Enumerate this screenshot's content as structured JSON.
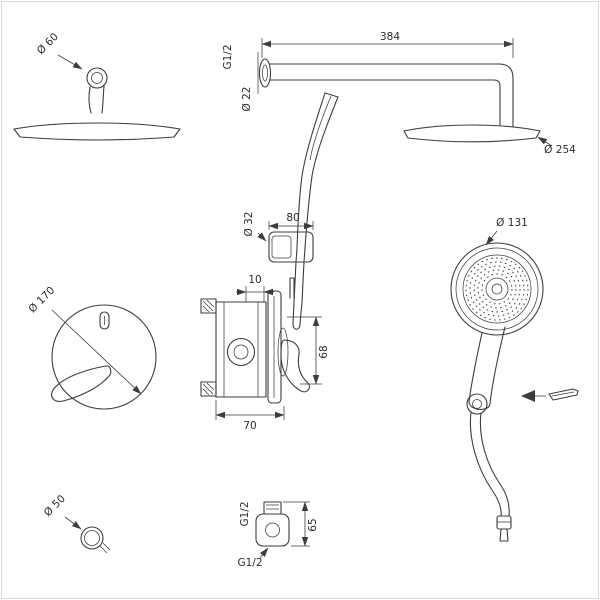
{
  "meta": {
    "drawing_type": "shower-set-technical-drawing",
    "line_color": "#3d3d3d",
    "background": "#ffffff"
  },
  "labels": {
    "overhead_flange_dia": "Ø 60",
    "arm_length": "384",
    "arm_thread": "G1/2",
    "arm_pipe_dia": "Ø 22",
    "overhead_dia": "Ø 254",
    "holder_pipe_dia": "Ø 32",
    "holder_width": "80",
    "handshower_dia": "Ø 131",
    "trim_dia": "Ø 170",
    "plate_offset": "10",
    "lever_drop": "68",
    "valve_width": "70",
    "elbow_dia": "Ø 50",
    "outlet_thread_top": "G1/2",
    "outlet_height": "65",
    "outlet_thread_bottom": "G1/2"
  }
}
